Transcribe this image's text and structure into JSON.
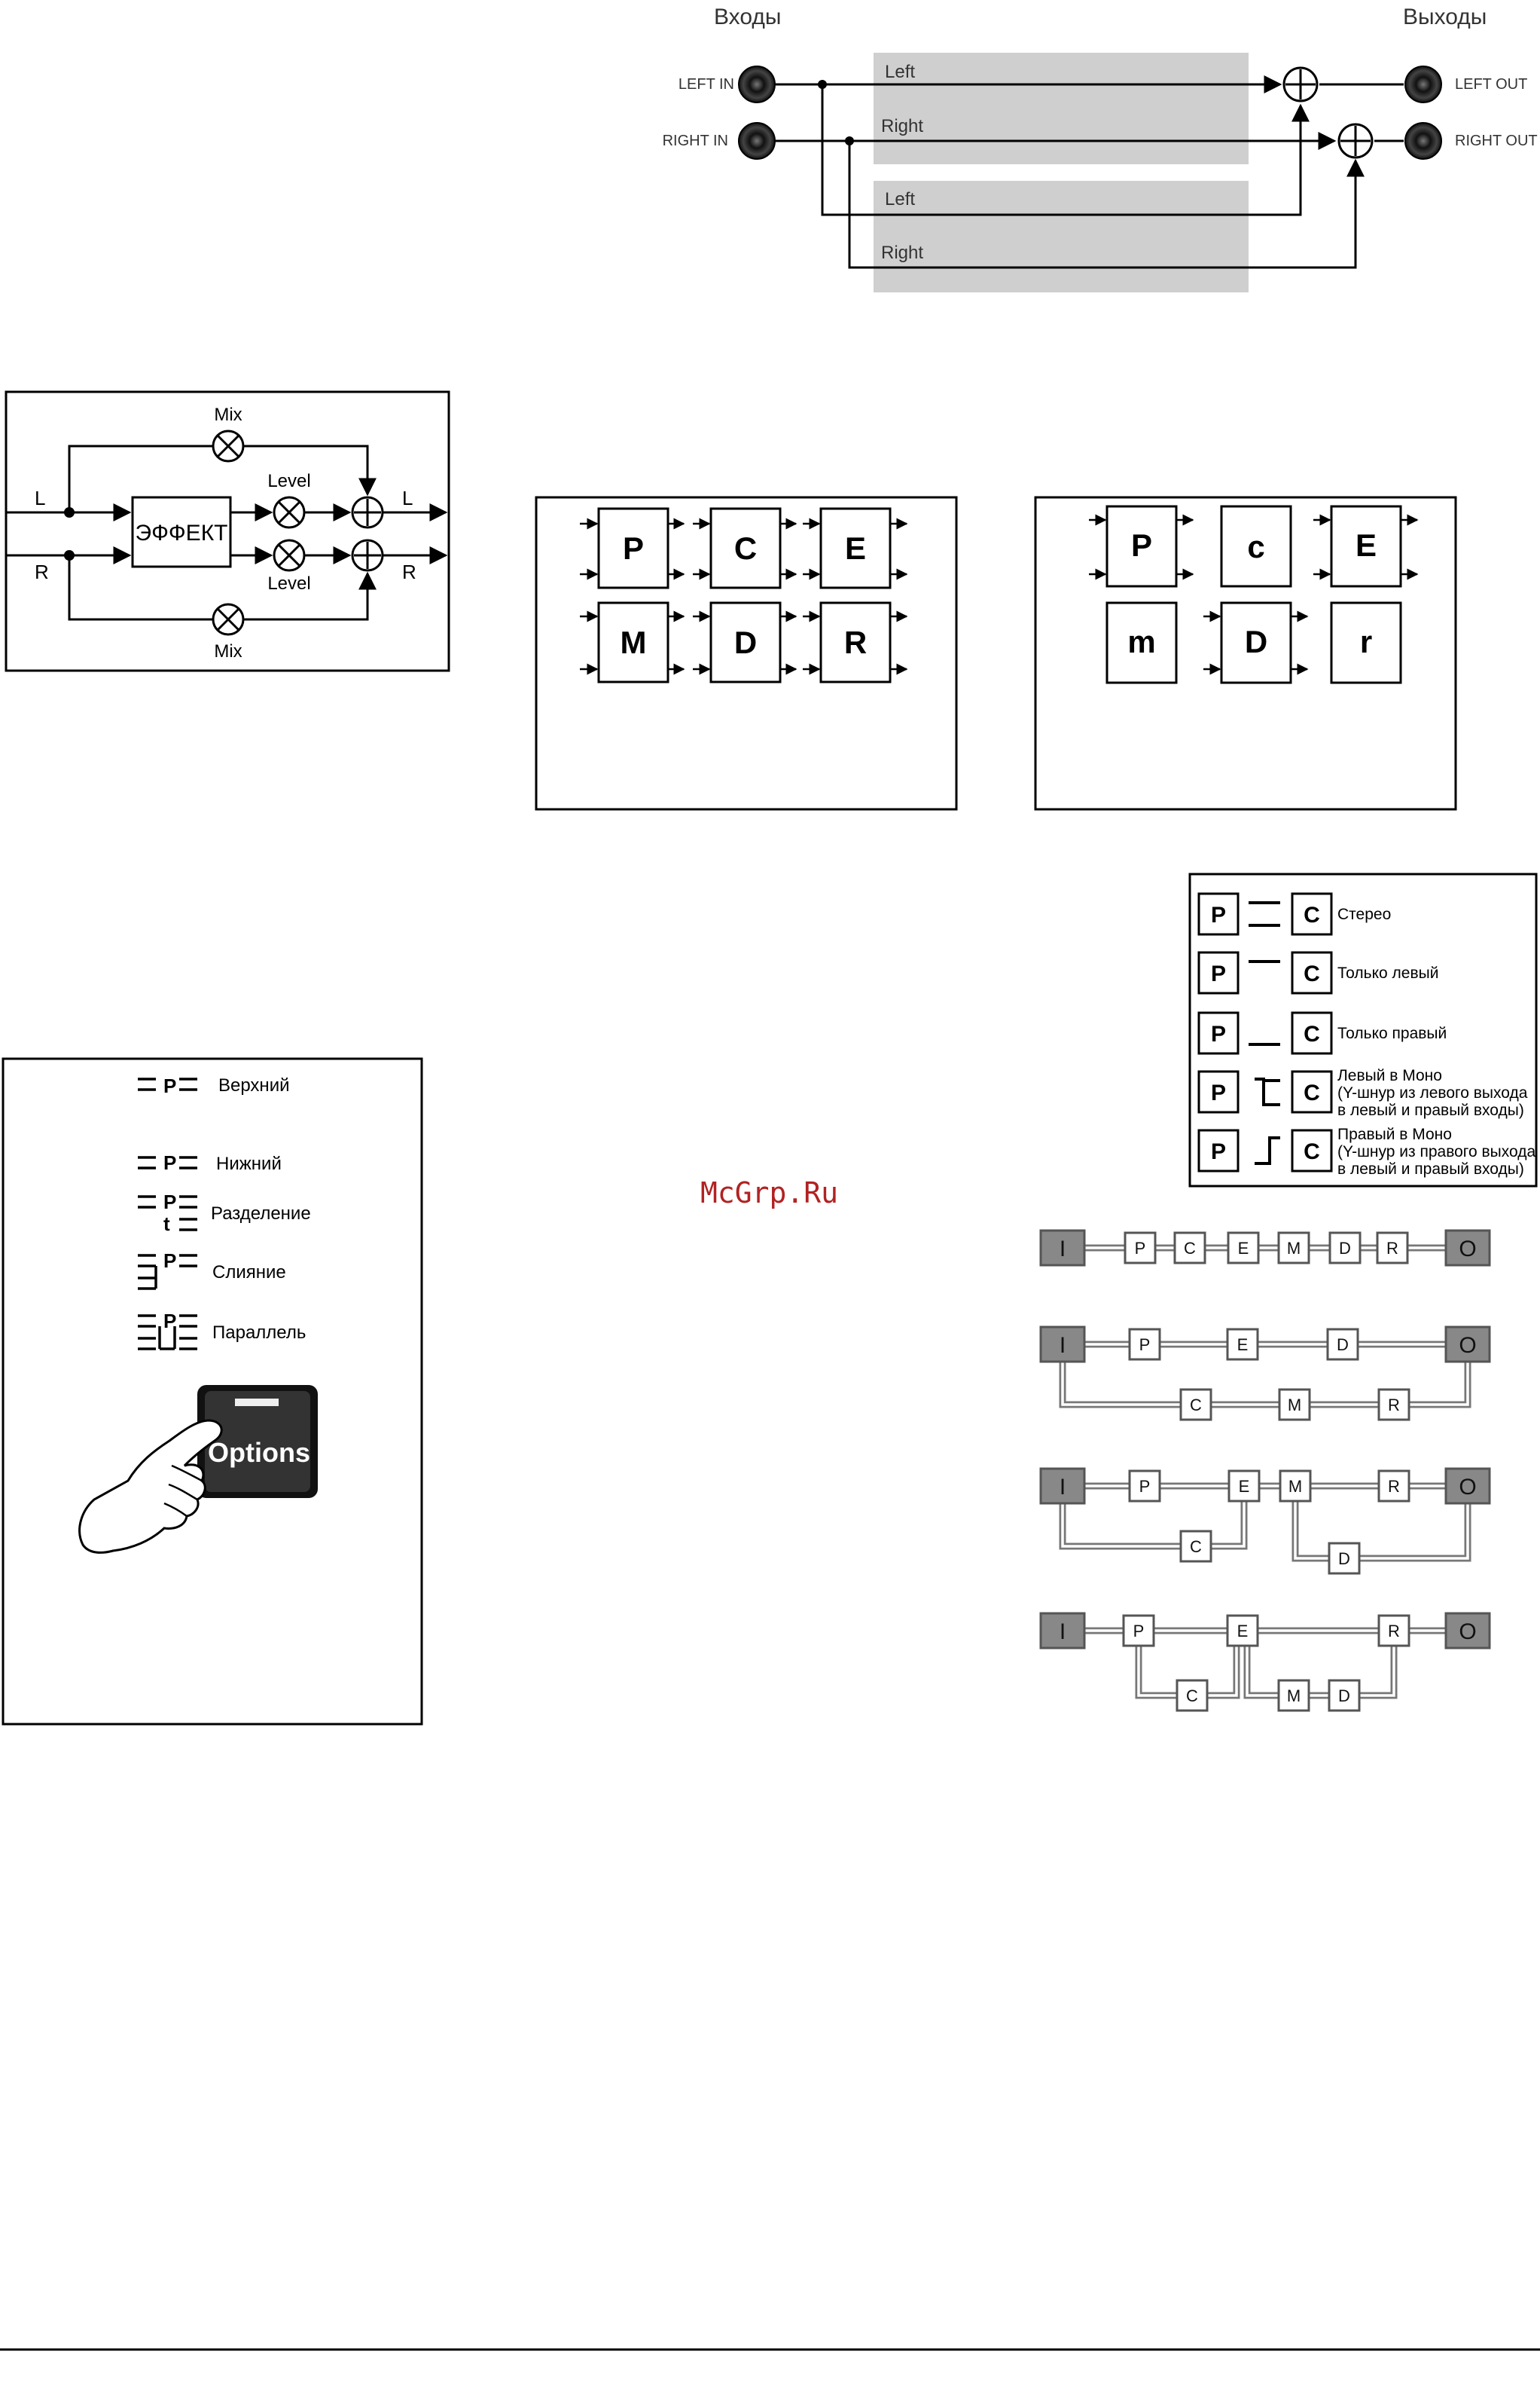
{
  "io_diagram": {
    "inputs_title": "Входы",
    "outputs_title": "Выходы",
    "left_in": "LEFT IN",
    "right_in": "RIGHT IN",
    "left_out": "LEFT OUT",
    "right_out": "RIGHT OUT",
    "block1_left": "Left",
    "block1_right": "Right",
    "block2_left": "Left",
    "block2_right": "Right"
  },
  "mix_diagram": {
    "effect": "ЭФФЕКТ",
    "mix_top": "Mix",
    "mix_bottom": "Mix",
    "level_top": "Level",
    "level_bottom": "Level",
    "in_l": "L",
    "in_r": "R",
    "out_l": "L",
    "out_r": "R"
  },
  "modules_stereo": [
    "P",
    "C",
    "E",
    "M",
    "D",
    "R"
  ],
  "modules_mono": [
    "P",
    "c",
    "E",
    "m",
    "D",
    "r"
  ],
  "routing_legend": {
    "box_p": "P",
    "box_c": "C",
    "items": [
      {
        "lines": [
          "Стерео"
        ]
      },
      {
        "lines": [
          "Только левый"
        ]
      },
      {
        "lines": [
          "Только правый"
        ]
      },
      {
        "lines": [
          "Левый в Моно",
          "(Y-шнур из левого выхода",
          "в левый и правый входы)"
        ]
      },
      {
        "lines": [
          "Правый в Моно",
          "(Y-шнур из правого выхода",
          "в левый и правый входы)"
        ]
      }
    ]
  },
  "options_panel": {
    "p": "P",
    "t": "t",
    "upper": "Верхний",
    "lower": "Нижний",
    "split": "Разделение",
    "merge": "Слияние",
    "parallel": "Параллель",
    "button": "Options"
  },
  "watermark": "McGrp.Ru",
  "chains": {
    "input": "I",
    "output": "O",
    "row1": [
      "P",
      "C",
      "E",
      "M",
      "D",
      "R"
    ],
    "row2_top": [
      "P",
      "E",
      "D"
    ],
    "row2_bottom": [
      "C",
      "M",
      "R"
    ],
    "row3_top": [
      "P",
      "E",
      "M",
      "R"
    ],
    "row3_bottom": [
      "C",
      "D"
    ],
    "row4_top": [
      "P",
      "E",
      "R"
    ],
    "row4_bottom": [
      "C",
      "M",
      "D"
    ]
  }
}
